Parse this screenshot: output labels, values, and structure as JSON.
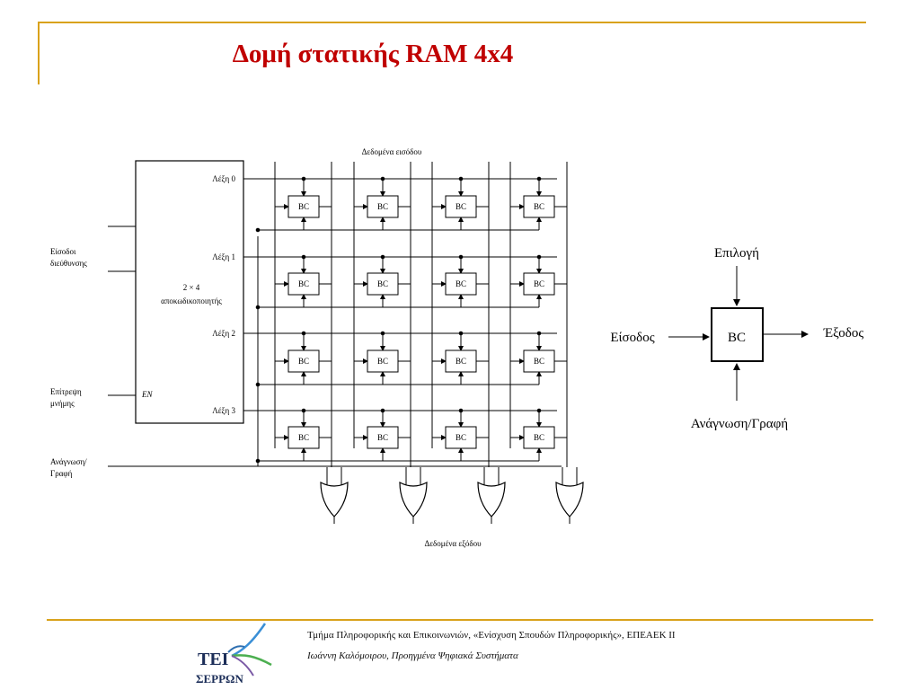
{
  "slide": {
    "title": "Δομή στατικής RAM 4x4"
  },
  "ram": {
    "input_data_label": "Δεδομένα εισόδου",
    "output_data_label": "Δεδομένα εξόδου",
    "address_inputs_label_line1": "Είσοδοι",
    "address_inputs_label_line2": "διεύθυνσης",
    "memory_enable_label_line1": "Επίτρεψη",
    "memory_enable_label_line2": "μνήμης",
    "read_write_label_line1": "Ανάγνωση/",
    "read_write_label_line2": "Γραφή",
    "decoder_label_line1": "2 × 4",
    "decoder_label_line2": "αποκωδικοποιητής",
    "enable_pin": "EN",
    "words": [
      "Λέξη  0",
      "Λέξη  1",
      "Λέξη  2",
      "Λέξη  3"
    ],
    "cell_label": "BC"
  },
  "cell": {
    "label": "BC",
    "select": "Επιλογή",
    "input": "Είσοδος",
    "output": "Έξοδος",
    "read_write": "Ανάγνωση/Γραφή"
  },
  "footer": {
    "line1": "Τμήμα Πληροφορικής και Επικοινωνιών, «Ενίσχυση Σπουδών Πληροφορικής», ΕΠΕΑΕΚ ΙΙ",
    "line2": "Ιωάννη Καλόμοιρου, Προηγμένα Ψηφιακά Συστήματα",
    "logo_text_top": "ΤΕΙ",
    "logo_text_bottom": "ΣΕΡΡΩΝ"
  },
  "colors": {
    "accent_rule": "#d9a21b",
    "title": "#c00000"
  }
}
